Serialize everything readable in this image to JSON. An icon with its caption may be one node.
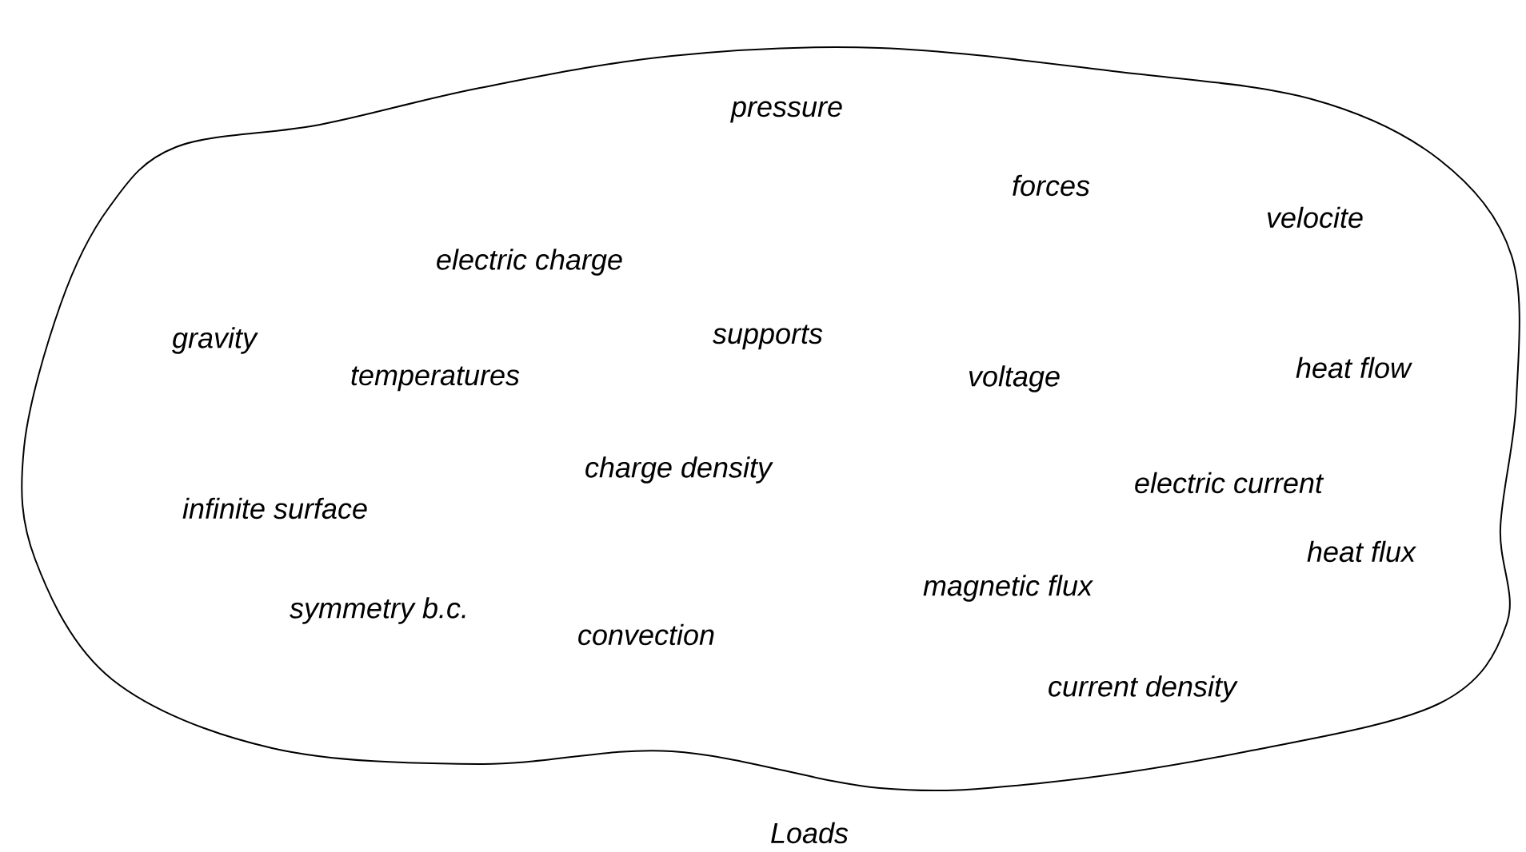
{
  "diagram": {
    "nodes": [
      {
        "text": [
          "pressure",
          "forces",
          "velocite",
          "electric charge",
          "gravity",
          "supports",
          "temperatures",
          "voltage",
          "heat flow",
          "charge density",
          "electric current",
          "infinite surface",
          "heat flux",
          "magnetic flux",
          "symmetry b.c.",
          "convection",
          "current density",
          "Loads"
        ]
      }
    ]
  }
}
